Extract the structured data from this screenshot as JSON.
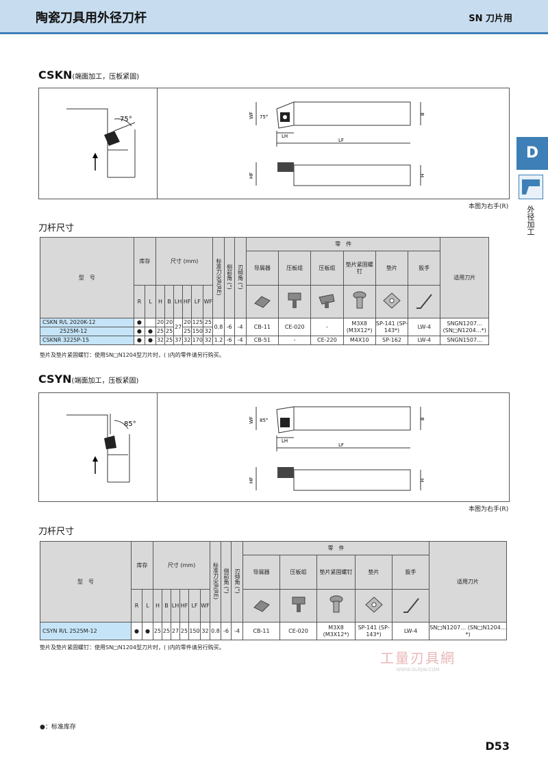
{
  "header": {
    "title": "陶瓷刀具用外径刀杆",
    "right": "SN 刀片用"
  },
  "side": {
    "tab": "D",
    "label": "外径加工"
  },
  "sections": [
    {
      "title": "CSKN",
      "subtitle": "(端面加工，压板紧固)",
      "angle": "75°",
      "fig_note": "本图为右手(R)",
      "table_title": "刀杆尺寸",
      "footnote": "垫片及垫片紧固螺钉：使用SN□N1204型刀片时，( )内的零件请另行购买。"
    },
    {
      "title": "CSYN",
      "subtitle": "(端面加工，压板紧固)",
      "angle": "85°",
      "fig_note": "本图为右手(R)",
      "table_title": "刀杆尺寸",
      "footnote": "垫片及垫片紧固螺钉：使用SN□N1204型刀片时，( )内的零件请另行购买。"
    }
  ],
  "dim_labels": {
    "wf": "WF",
    "lh": "LH",
    "lf": "LF",
    "b": "B",
    "hf": "HF",
    "h": "H"
  },
  "table_headers": {
    "model": "型　号",
    "stock": "库存",
    "size": "尺寸 (mm)",
    "re": "标准刀尖R(RE)",
    "rake": "侧前角 (°)",
    "incl": "刃倾角 (°)",
    "parts": "零　件",
    "inserts": "适用刀片",
    "r": "R",
    "l": "L",
    "h": "H",
    "b": "B",
    "lh": "LH",
    "hf": "HF",
    "lf": "LF",
    "wf": "WF",
    "chipbreaker": "导屑器",
    "clamp": "压板组",
    "clamp2": "压板组",
    "shim_screw": "垫片紧固螺钉",
    "shim": "垫片",
    "wrench": "扳手"
  },
  "cskn_rows": [
    {
      "model": "CSKN R/L 2020K-12",
      "r": "●",
      "l": "",
      "h": "20",
      "b": "20",
      "lh": "27",
      "hf": "20",
      "lf": "125",
      "wf": "25",
      "re": "0.8",
      "rake": "-6",
      "incl": "-4",
      "chipbreaker": "CB-11",
      "clamp": "CE-020",
      "clamp2": "-",
      "screw": "M3X8 (M3X12*)",
      "shim": "SP-141 (SP-143*)",
      "wrench": "LW-4",
      "inserts": "SNGN1207… (SN□N1204…*)"
    },
    {
      "model": "2525M-12",
      "r": "●",
      "l": "●",
      "h": "25",
      "b": "25",
      "lh": "",
      "hf": "25",
      "lf": "150",
      "wf": "32"
    },
    {
      "model": "CSKNR 3225P-15",
      "r": "●",
      "l": "●",
      "h": "32",
      "b": "25",
      "lh": "37",
      "hf": "32",
      "lf": "170",
      "wf": "32",
      "re": "1.2",
      "rake": "-6",
      "incl": "-4",
      "chipbreaker": "CB-51",
      "clamp": "-",
      "clamp2": "CE-220",
      "screw": "M4X10",
      "shim": "SP-162",
      "wrench": "LW-4",
      "inserts": "SNGN1507…"
    }
  ],
  "csyn_rows": [
    {
      "model": "CSYN R/L 2525M-12",
      "r": "●",
      "l": "●",
      "h": "25",
      "b": "25",
      "lh": "27",
      "hf": "25",
      "lf": "150",
      "wf": "32",
      "re": "0.8",
      "rake": "-6",
      "incl": "-4",
      "chipbreaker": "CB-11",
      "clamp": "CE-020",
      "screw": "M3X8 (M3X12*)",
      "shim": "SP-141 (SP-143*)",
      "wrench": "LW-4",
      "inserts": "SN□N1207… (SN□N1204…*)"
    }
  ],
  "legend": "●：标准库存",
  "page_number": "D53",
  "watermark": {
    "main": "工量刃具網",
    "url": "WWW.GLRJW.COM"
  }
}
